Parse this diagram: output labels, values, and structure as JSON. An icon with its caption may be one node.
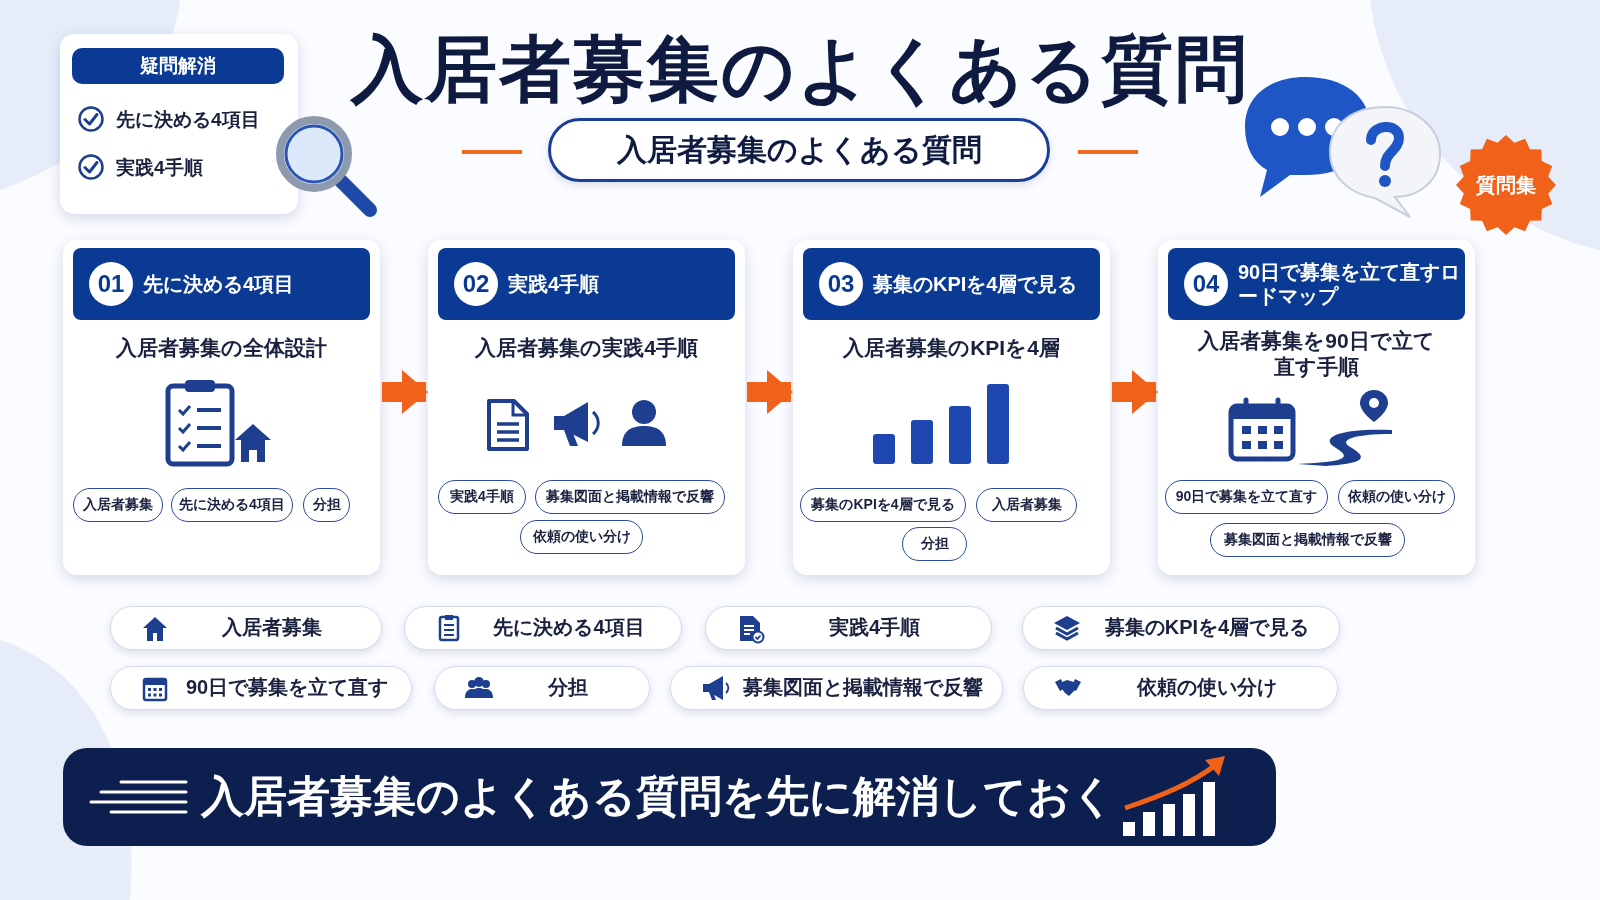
{
  "diagram": {
    "title": "入居者募集のよくある質問",
    "nodes": [
      {
        "text": [
          "疑問解消",
          "先に決める4項目",
          "実践4手順"
        ]
      },
      {
        "text": [
          "入居者募集のよくある質問"
        ]
      },
      {
        "text": [
          "質問集"
        ]
      },
      {
        "text": [
          "01",
          "先に決める4項目",
          "入居者募集の全体設計"
        ]
      },
      {
        "text": [
          "入居者募集"
        ],
        "in": 3
      },
      {
        "text": [
          "先に決める4項目"
        ],
        "in": 3
      },
      {
        "text": [
          "分担"
        ],
        "in": 3
      },
      {
        "text": [
          "02",
          "実践4手順",
          "入居者募集の実践4手順"
        ]
      },
      {
        "text": [
          "実践4手順"
        ],
        "in": 7
      },
      {
        "text": [
          "募集図面と掲載情報で反響"
        ],
        "in": 7
      },
      {
        "text": [
          "依頼の使い分け"
        ],
        "in": 7
      },
      {
        "text": [
          "03",
          "募集のKPIを4層で見る",
          "入居者募集のKPIを4層"
        ]
      },
      {
        "text": [
          "募集のKPIを4層で見る"
        ],
        "in": 11
      },
      {
        "text": [
          "入居者募集"
        ],
        "in": 11
      },
      {
        "text": [
          "分担"
        ],
        "in": 11
      },
      {
        "text": [
          "04",
          "90日で募集を立て直すロードマップ",
          "入居者募集を90日で立て直す手順"
        ]
      },
      {
        "text": [
          "90日で募集を立て直す"
        ],
        "in": 15
      },
      {
        "text": [
          "依頼の使い分け"
        ],
        "in": 15
      },
      {
        "text": [
          "募集図面と掲載情報で反響"
        ],
        "in": 15
      },
      {
        "text": [
          "入居者募集"
        ]
      },
      {
        "text": [
          "先に決める4項目"
        ]
      },
      {
        "text": [
          "実践4手順"
        ]
      },
      {
        "text": [
          "募集のKPIを4層で見る"
        ]
      },
      {
        "text": [
          "90日で募集を立て直す"
        ]
      },
      {
        "text": [
          "分担"
        ]
      },
      {
        "text": [
          "募集図面と掲載情報で反響"
        ]
      },
      {
        "text": [
          "依頼の使い分け"
        ]
      },
      {
        "text": [
          "入居者募集のよくある質問を先に解消しておく"
        ]
      }
    ],
    "edges": [
      {
        "from": 3,
        "to": 7,
        "arrow": "to"
      },
      {
        "from": 7,
        "to": 11,
        "arrow": "to"
      },
      {
        "from": 11,
        "to": 15,
        "arrow": "to"
      }
    ]
  }
}
